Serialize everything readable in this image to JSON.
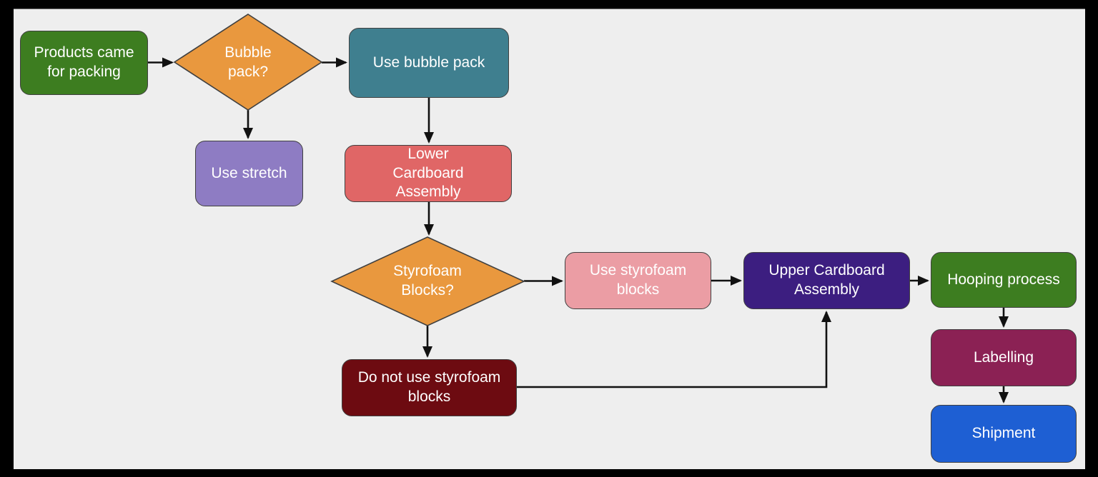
{
  "canvas": {
    "background_color": "#eeeeee",
    "frame_color": "#000000"
  },
  "nodes": {
    "products": {
      "label": "Products came\nfor packing",
      "shape": "rounded-rect",
      "color": "#3d7d20"
    },
    "bubble_pack": {
      "label": "Bubble\npack?",
      "shape": "diamond",
      "color": "#e9983e"
    },
    "use_bubble": {
      "label": "Use bubble pack",
      "shape": "rounded-rect",
      "color": "#3f7f8f"
    },
    "use_stretch": {
      "label": "Use stretch",
      "shape": "rounded-rect",
      "color": "#8e7cc3"
    },
    "lower_cardboard": {
      "label": "Lower\nCardboard\nAssembly",
      "shape": "rounded-rect",
      "color": "#e06666"
    },
    "styrofoam_blocks": {
      "label": "Styrofoam\nBlocks?",
      "shape": "diamond",
      "color": "#e9983e"
    },
    "use_styrofoam": {
      "label": "Use styrofoam\nblocks",
      "shape": "rounded-rect",
      "color": "#eb9da4"
    },
    "do_not_use_styrofoam": {
      "label": "Do not use styrofoam\nblocks",
      "shape": "rounded-rect",
      "color": "#6d0b11"
    },
    "upper_cardboard": {
      "label": "Upper Cardboard\nAssembly",
      "shape": "rounded-rect",
      "color": "#3c1e80"
    },
    "hooping": {
      "label": "Hooping process",
      "shape": "rounded-rect",
      "color": "#3d7d20"
    },
    "labelling": {
      "label": "Labelling",
      "shape": "rounded-rect",
      "color": "#8b2154"
    },
    "shipment": {
      "label": "Shipment",
      "shape": "rounded-rect",
      "color": "#1e5fd3"
    }
  },
  "edges": [
    {
      "from": "products",
      "to": "bubble_pack"
    },
    {
      "from": "bubble_pack",
      "to": "use_bubble"
    },
    {
      "from": "bubble_pack",
      "to": "use_stretch"
    },
    {
      "from": "use_bubble",
      "to": "lower_cardboard"
    },
    {
      "from": "lower_cardboard",
      "to": "styrofoam_blocks"
    },
    {
      "from": "styrofoam_blocks",
      "to": "use_styrofoam"
    },
    {
      "from": "styrofoam_blocks",
      "to": "do_not_use_styrofoam"
    },
    {
      "from": "use_styrofoam",
      "to": "upper_cardboard"
    },
    {
      "from": "do_not_use_styrofoam",
      "to": "upper_cardboard"
    },
    {
      "from": "upper_cardboard",
      "to": "hooping"
    },
    {
      "from": "hooping",
      "to": "labelling"
    },
    {
      "from": "labelling",
      "to": "shipment"
    }
  ],
  "edge_color": "#111111"
}
